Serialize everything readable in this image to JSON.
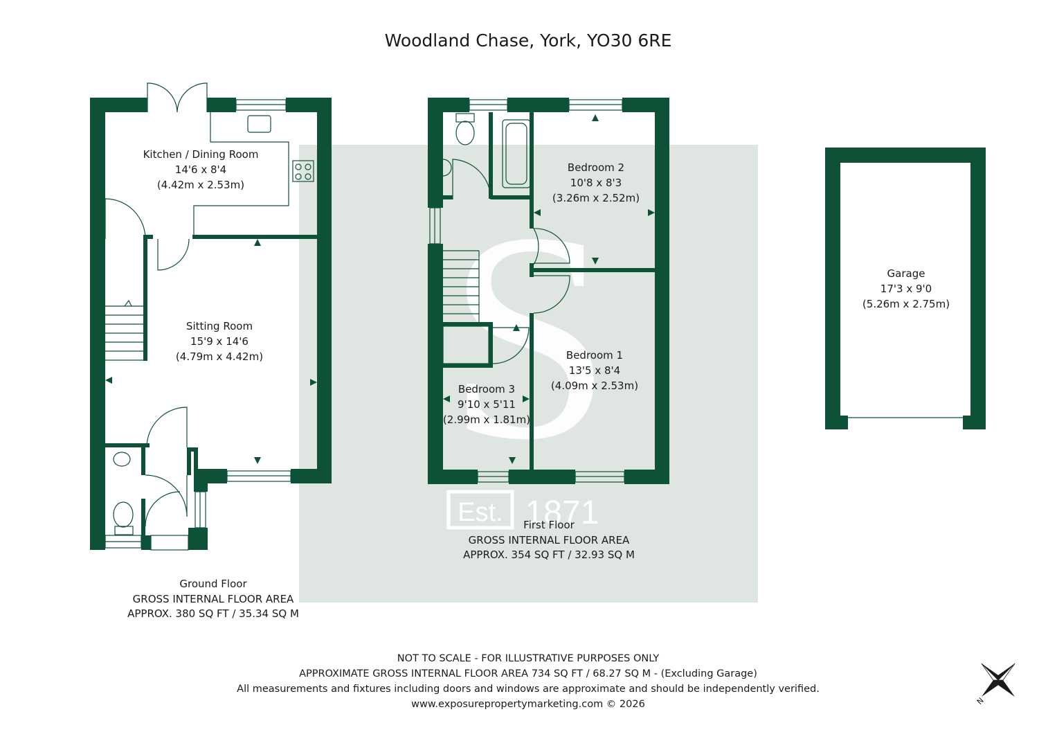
{
  "title": "Woodland Chase, York, YO30 6RE",
  "watermark": {
    "logo_letter": "S",
    "est_label": "Est.",
    "year": "1871"
  },
  "rooms": {
    "kitchen": {
      "name": "Kitchen / Dining Room",
      "imperial": "14'6 x 8'4",
      "metric": "(4.42m x 2.53m)"
    },
    "sitting": {
      "name": "Sitting Room",
      "imperial": "15'9 x 14'6",
      "metric": "(4.79m x 4.42m)"
    },
    "bedroom2": {
      "name": "Bedroom 2",
      "imperial": "10'8 x 8'3",
      "metric": "(3.26m x 2.52m)"
    },
    "bedroom1": {
      "name": "Bedroom 1",
      "imperial": "13'5 x 8'4",
      "metric": "(4.09m x 2.53m)"
    },
    "bedroom3": {
      "name": "Bedroom 3",
      "imperial": "9'10 x 5'11",
      "metric": "(2.99m x 1.81m)"
    },
    "garage": {
      "name": "Garage",
      "imperial": "17'3 x 9'0",
      "metric": "(5.26m x 2.75m)"
    }
  },
  "floors": {
    "ground": {
      "name": "Ground Floor",
      "area_label": "GROSS INTERNAL FLOOR AREA",
      "area": "APPROX. 380 SQ FT / 35.34 SQ M"
    },
    "first": {
      "name": "First Floor",
      "area_label": "GROSS INTERNAL FLOOR AREA",
      "area": "APPROX. 354 SQ FT / 32.93 SQ M"
    }
  },
  "disclaimer": {
    "line1": "NOT TO SCALE - FOR ILLUSTRATIVE PURPOSES ONLY",
    "line2": "APPROXIMATE GROSS INTERNAL FLOOR AREA 734 SQ FT / 68.27 SQ M - (Excluding Garage)",
    "line3": "All measurements and fixtures including doors and windows are approximate and should be independently verified.",
    "line4": "www.exposurepropertymarketing.com © 2026"
  },
  "compass": {
    "north_label": "N",
    "icon": "compass-rose-icon"
  },
  "colors": {
    "wall": "#0d5237",
    "watermark_panel": "#dfe5e1",
    "watermark_logo": "#ffffff",
    "text": "#1a1a1a"
  }
}
